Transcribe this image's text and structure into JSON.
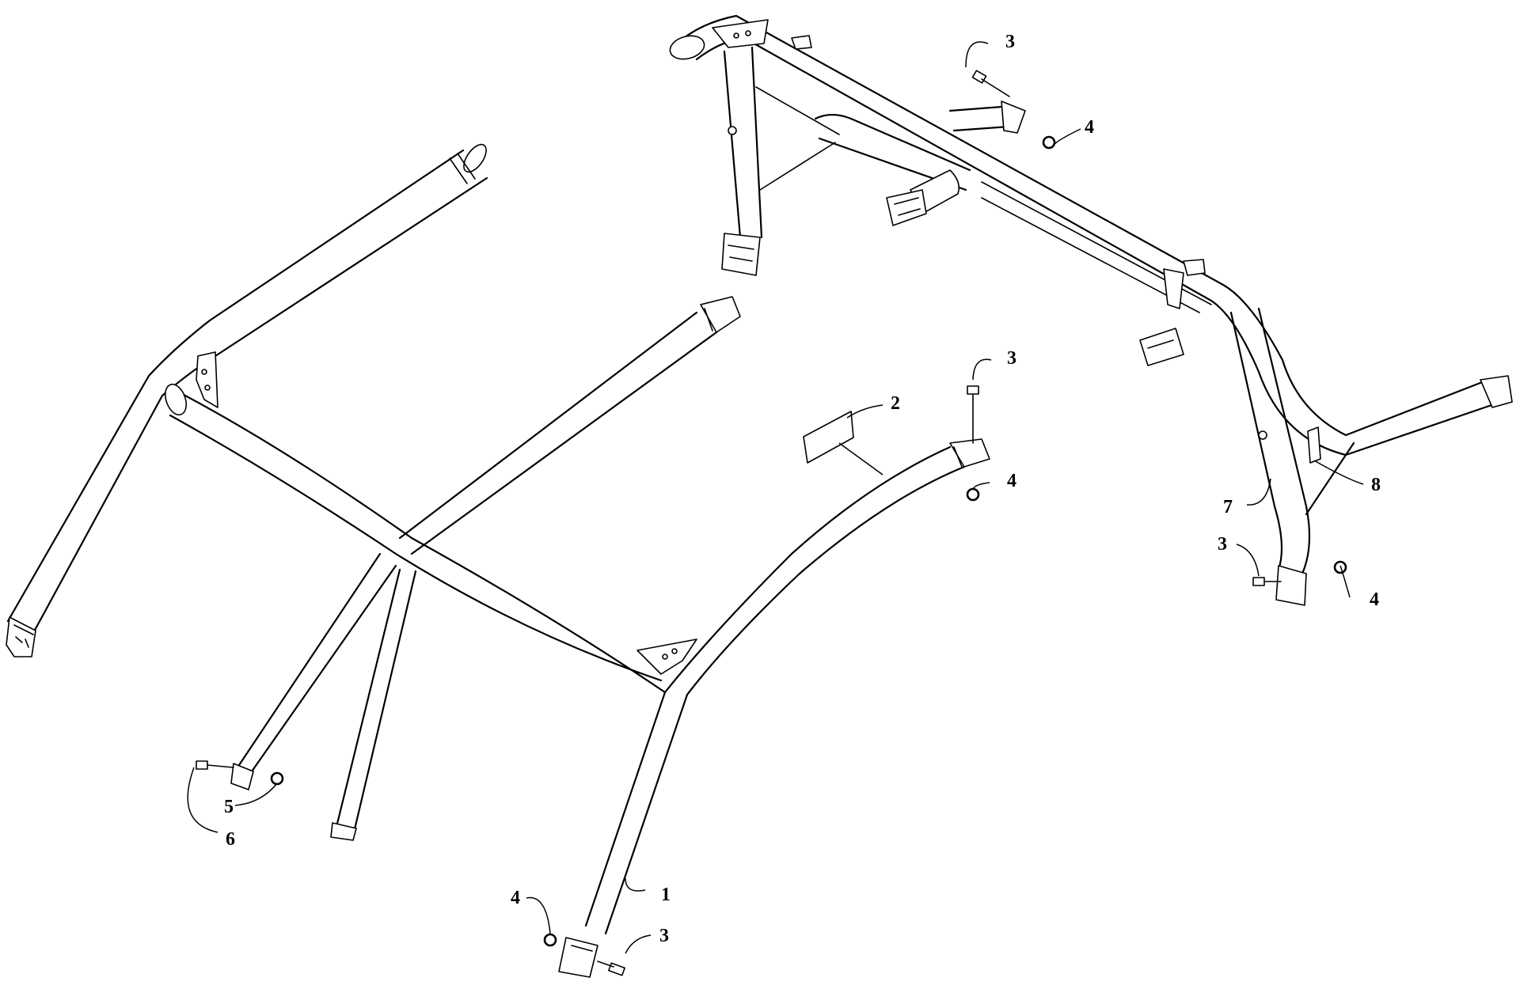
{
  "callouts": {
    "c1": "1",
    "c2": "2",
    "c3a": "3",
    "c3b": "3",
    "c3c": "3",
    "c3d": "3",
    "c4a": "4",
    "c4b": "4",
    "c4c": "4",
    "c4d": "4",
    "c5": "5",
    "c6": "6",
    "c7": "7",
    "c8": "8"
  }
}
